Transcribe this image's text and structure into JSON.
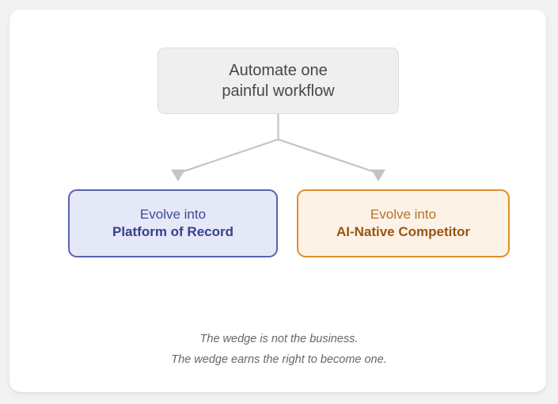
{
  "canvas": {
    "background_color": "#f2f2f3",
    "card_color": "#ffffff"
  },
  "diagram": {
    "type": "flowchart",
    "orientation": "top-down",
    "root": {
      "id": "automate-wedge",
      "lines": [
        "Automate one",
        "painful workflow"
      ],
      "fill": "#efefef",
      "border": "#dedede",
      "text_color": "#474747"
    },
    "branches": [
      {
        "id": "platform-of-record",
        "lines": [
          "Evolve into",
          "Platform of Record"
        ],
        "emphasis_line": "Platform of Record",
        "fill": "#e5e8f6",
        "border": "#5a61b4",
        "text_color": "#3f4a9e",
        "emphasis_color": "#36408f"
      },
      {
        "id": "ai-native-competitor",
        "lines": [
          "Evolve into",
          "AI-Native Competitor"
        ],
        "emphasis_line": "AI-Native Competitor",
        "fill": "#fdf2e6",
        "border": "#e08c30",
        "text_color": "#b5732a",
        "emphasis_color": "#975611"
      }
    ],
    "connector": {
      "color": "#c4c4c4",
      "arrowhead": "triangle-down"
    }
  },
  "caption": {
    "lines": [
      "The wedge is not the business.",
      "The wedge earns the right to become one."
    ],
    "color": "#666769"
  }
}
